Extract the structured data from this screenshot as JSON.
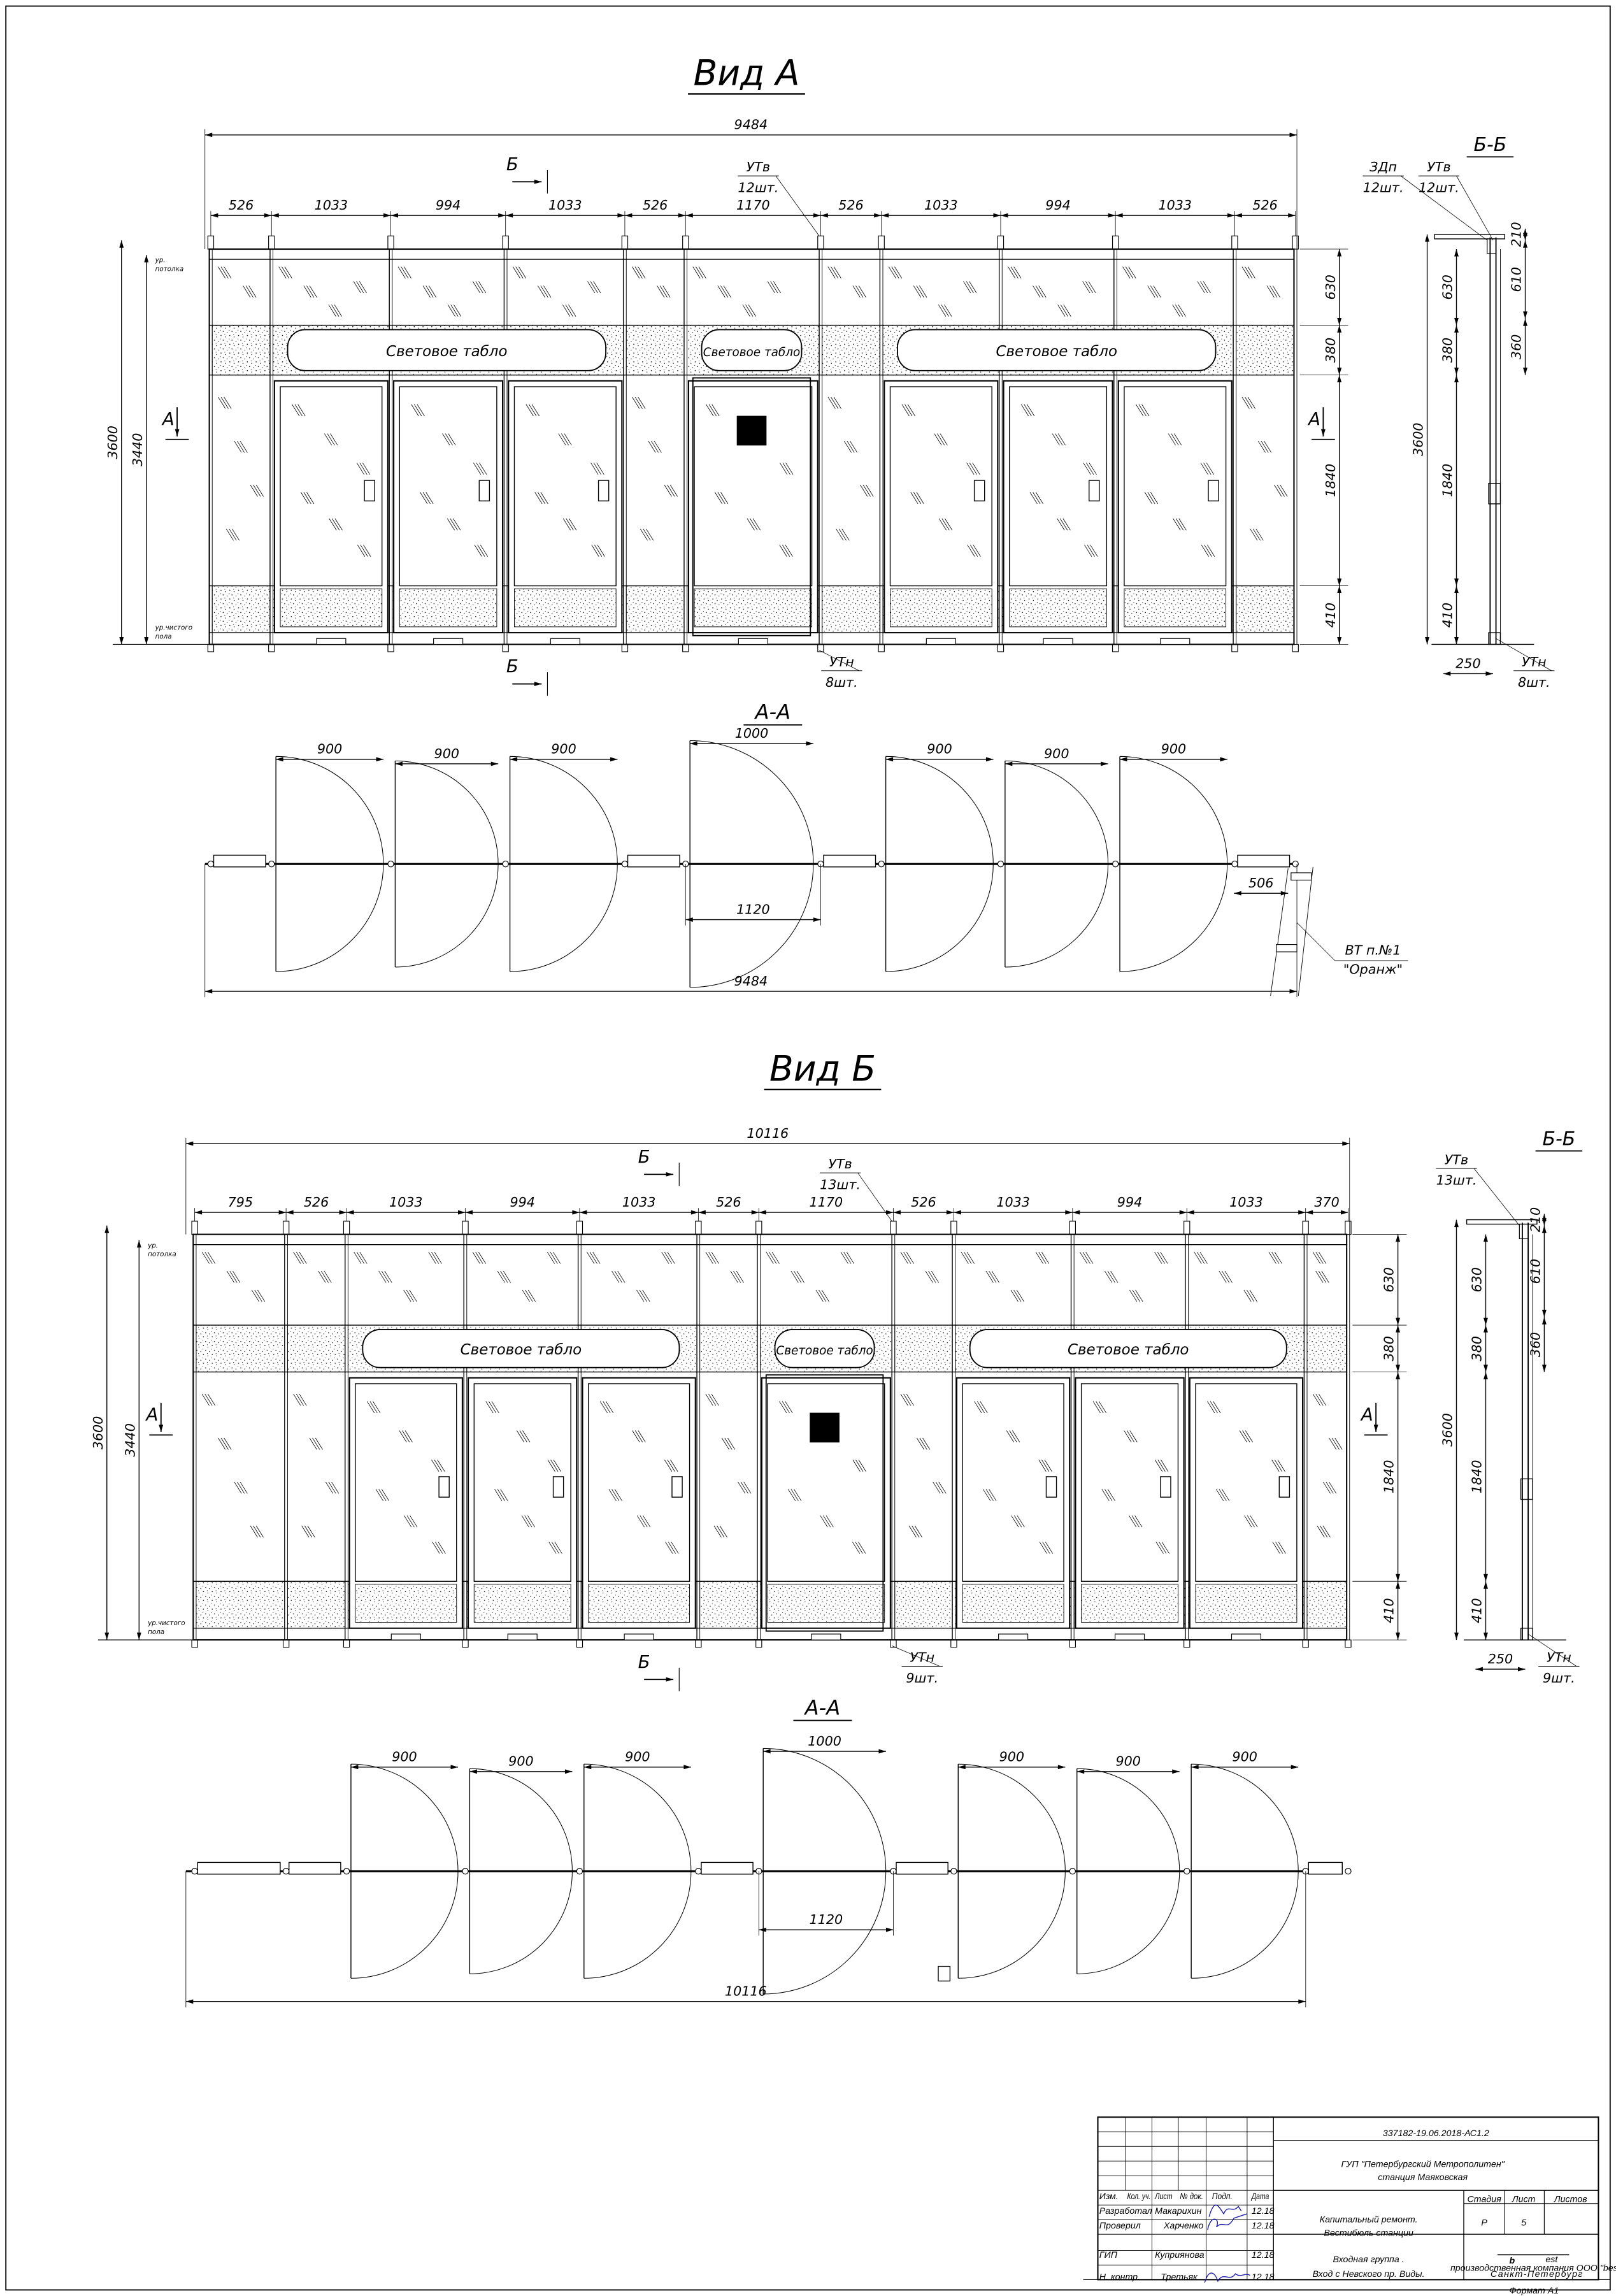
{
  "viewA": {
    "title": "Вид А",
    "overall": 9484,
    "segments": [
      526,
      1033,
      994,
      1033,
      526,
      1170,
      526,
      1033,
      994,
      1033,
      526
    ],
    "sign_label": "Световое табло",
    "callout_top": {
      "name": "УТв",
      "qty": "12шт."
    },
    "callout_bottom": {
      "name": "УТн",
      "qty": "8шт."
    },
    "section_a": "А",
    "section_b": "Б",
    "left_dims": [
      "3600",
      "3440"
    ],
    "level_ceiling": [
      "ур.",
      "потолка"
    ],
    "level_floor": [
      "ур.чистого",
      "пола"
    ],
    "right_dims": [
      "630",
      "380",
      "1840",
      "410"
    ]
  },
  "sideA": {
    "title": "Б-Б",
    "callouts": [
      {
        "name": "ЗДп",
        "qty": "12шт."
      },
      {
        "name": "УТв",
        "qty": "12шт."
      }
    ],
    "dims_right": [
      "210",
      "610",
      "360"
    ],
    "dims_left": [
      "630",
      "380",
      "1840",
      "410"
    ],
    "height": "3600",
    "depth": "250",
    "callout_bottom": {
      "name": "УТн",
      "qty": "8шт."
    }
  },
  "planA": {
    "title": "А-А",
    "door_widths": [
      "900",
      "900",
      "900",
      "1000",
      "900",
      "900",
      "900"
    ],
    "opening": "1120",
    "offset": "506",
    "overall": "9484",
    "note": [
      "ВТ п.№1",
      "\"Оранж\""
    ]
  },
  "viewB": {
    "title": "Вид Б",
    "overall": 10116,
    "segments": [
      795,
      526,
      1033,
      994,
      1033,
      526,
      1170,
      526,
      1033,
      994,
      1033,
      370
    ],
    "sign_label": "Световое табло",
    "callout_top": {
      "name": "УТв",
      "qty": "13шт."
    },
    "callout_bottom": {
      "name": "УТн",
      "qty": "9шт."
    },
    "section_a": "А",
    "section_b": "Б",
    "left_dims": [
      "3600",
      "3440"
    ],
    "level_ceiling": [
      "ур.",
      "потолка"
    ],
    "level_floor": [
      "ур.чистого",
      "пола"
    ],
    "right_dims": [
      "630",
      "380",
      "1840",
      "410"
    ]
  },
  "sideB": {
    "title": "Б-Б",
    "callouts": [
      {
        "name": "УТв",
        "qty": "13шт."
      }
    ],
    "dims_right": [
      "210",
      "610",
      "360"
    ],
    "dims_left": [
      "630",
      "380",
      "1840",
      "410"
    ],
    "height": "3600",
    "depth": "250",
    "callout_bottom": {
      "name": "УТн",
      "qty": "9шт."
    }
  },
  "planB": {
    "title": "А-А",
    "door_widths": [
      "900",
      "900",
      "900",
      "1000",
      "900",
      "900",
      "900"
    ],
    "opening": "1120",
    "overall": "10116"
  },
  "title_block": {
    "doc_code": "337182-19.06.2018-АС1.2",
    "org_line1": "ГУП  \"Петербургский Метрополитен\"",
    "org_line2": "станция Маяковская",
    "headers": [
      "Изм.",
      "Кол. уч.",
      "Лист",
      "№ док.",
      "Подп.",
      "Дата"
    ],
    "rows": [
      {
        "role": "Разработал",
        "name": "Макарихин",
        "date": "12.18"
      },
      {
        "role": "Проверил",
        "name": "Харченко",
        "date": "12.18"
      },
      {
        "role": "ГИП",
        "name": "Куприянова",
        "date": "12.18"
      },
      {
        "role": "Н. контр.",
        "name": "Третьяк",
        "date": "12.18"
      }
    ],
    "project_line1": "Капитальный ремонт.",
    "project_line2": "Вестибюль станции",
    "sheet_title_line1": "Входная группа .",
    "sheet_title_line2": "Вход с Невского пр. Виды.",
    "stage_label": "Стадия",
    "sheet_label": "Лист",
    "sheets_label": "Листов",
    "stage": "Р",
    "sheet": "5",
    "logo": "best",
    "logo_sub": "производственная компания ООО \"best\"",
    "logo_city": "Санкт-Петербург",
    "format": "Формат А1"
  },
  "colors": {
    "line": "#000000",
    "signature": "#1a1aa8",
    "logo_red": "#e0202a"
  }
}
